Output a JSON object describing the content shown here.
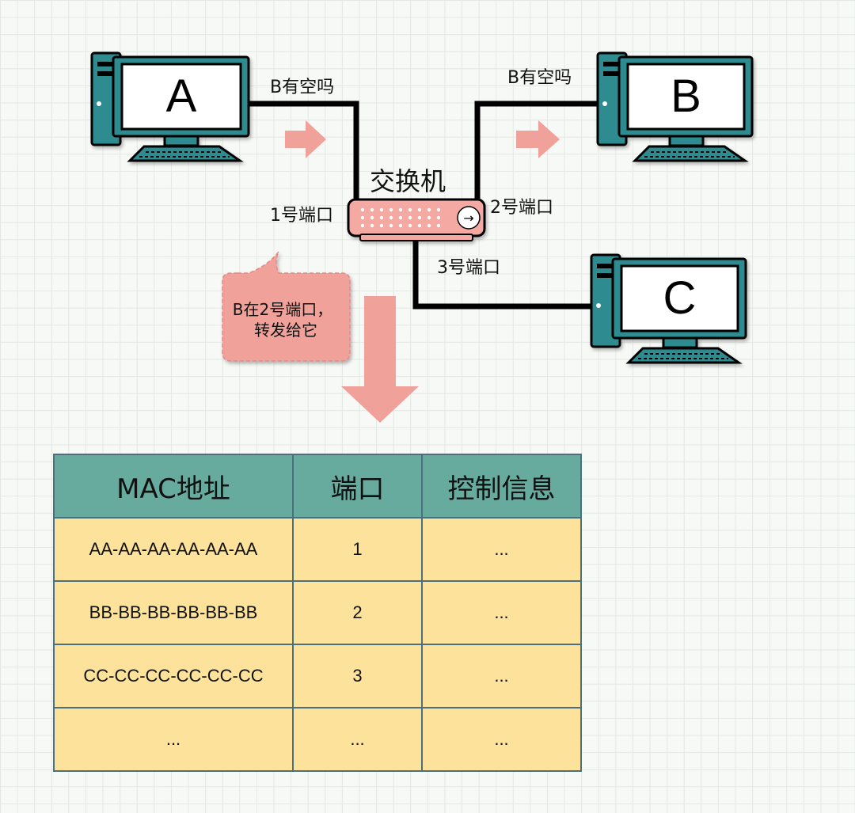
{
  "computers": [
    {
      "label": "A"
    },
    {
      "label": "B"
    },
    {
      "label": "C"
    }
  ],
  "switch": {
    "title": "交换机",
    "button_glyph": "→"
  },
  "messages": {
    "left": "B有空吗",
    "right": "B有空吗"
  },
  "ports": {
    "p1": "1号端口",
    "p2": "2号端口",
    "p3": "3号端口"
  },
  "bubble": {
    "line1": "B在2号端口，",
    "line2": "转发给它"
  },
  "table": {
    "headers": [
      "MAC地址",
      "端口",
      "控制信息"
    ],
    "rows": [
      [
        "AA-AA-AA-AA-AA-AA",
        "1",
        "..."
      ],
      [
        "BB-BB-BB-BB-BB-BB",
        "2",
        "..."
      ],
      [
        "CC-CC-CC-CC-CC-CC",
        "3",
        "..."
      ],
      [
        "...",
        "...",
        "..."
      ]
    ]
  },
  "colors": {
    "computer": "#2e8b90",
    "switch_body": "#f4a9a3",
    "arrow": "#f0a19a",
    "bubble": "#f0a19a",
    "table_header": "#67ab9f",
    "table_cell": "#fce29b",
    "cable": "#000000"
  }
}
